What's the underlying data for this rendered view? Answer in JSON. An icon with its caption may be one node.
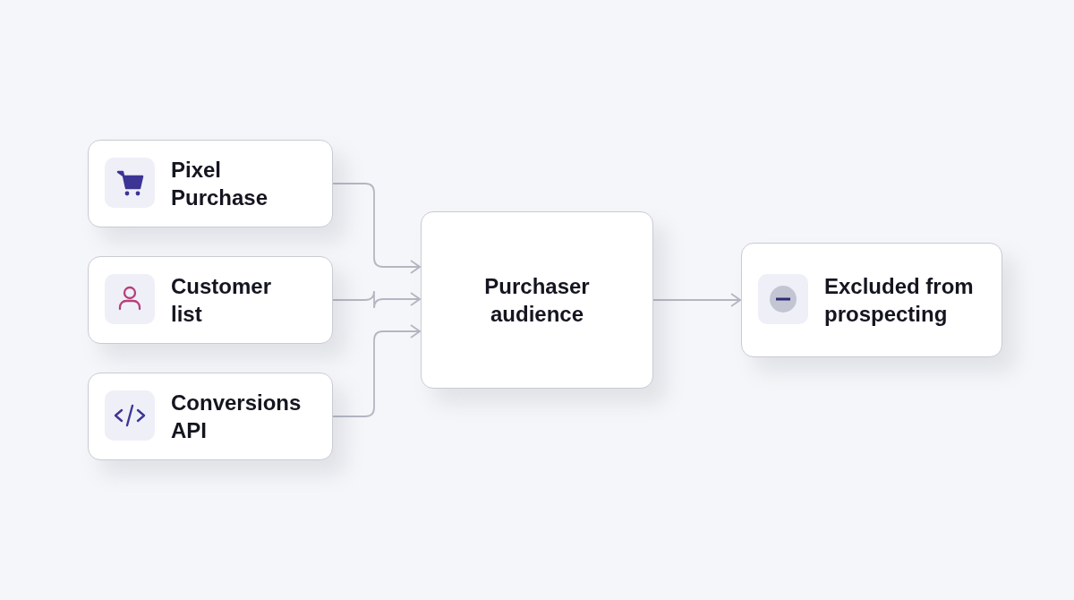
{
  "diagram": {
    "nodes": [
      {
        "text": [
          "Pixel Purchase"
        ]
      },
      {
        "text": [
          "Customer list"
        ]
      },
      {
        "text": [
          "Conversions API"
        ]
      },
      {
        "text": [
          "Purchaser audience"
        ]
      },
      {
        "text": [
          "Excluded from prospecting"
        ]
      }
    ],
    "edges": [
      {
        "from": 0,
        "to": 3,
        "arrow": "to"
      },
      {
        "from": 1,
        "to": 3,
        "arrow": "to"
      },
      {
        "from": 2,
        "to": 3,
        "arrow": "to"
      },
      {
        "from": 3,
        "to": 4,
        "arrow": "to"
      }
    ]
  }
}
